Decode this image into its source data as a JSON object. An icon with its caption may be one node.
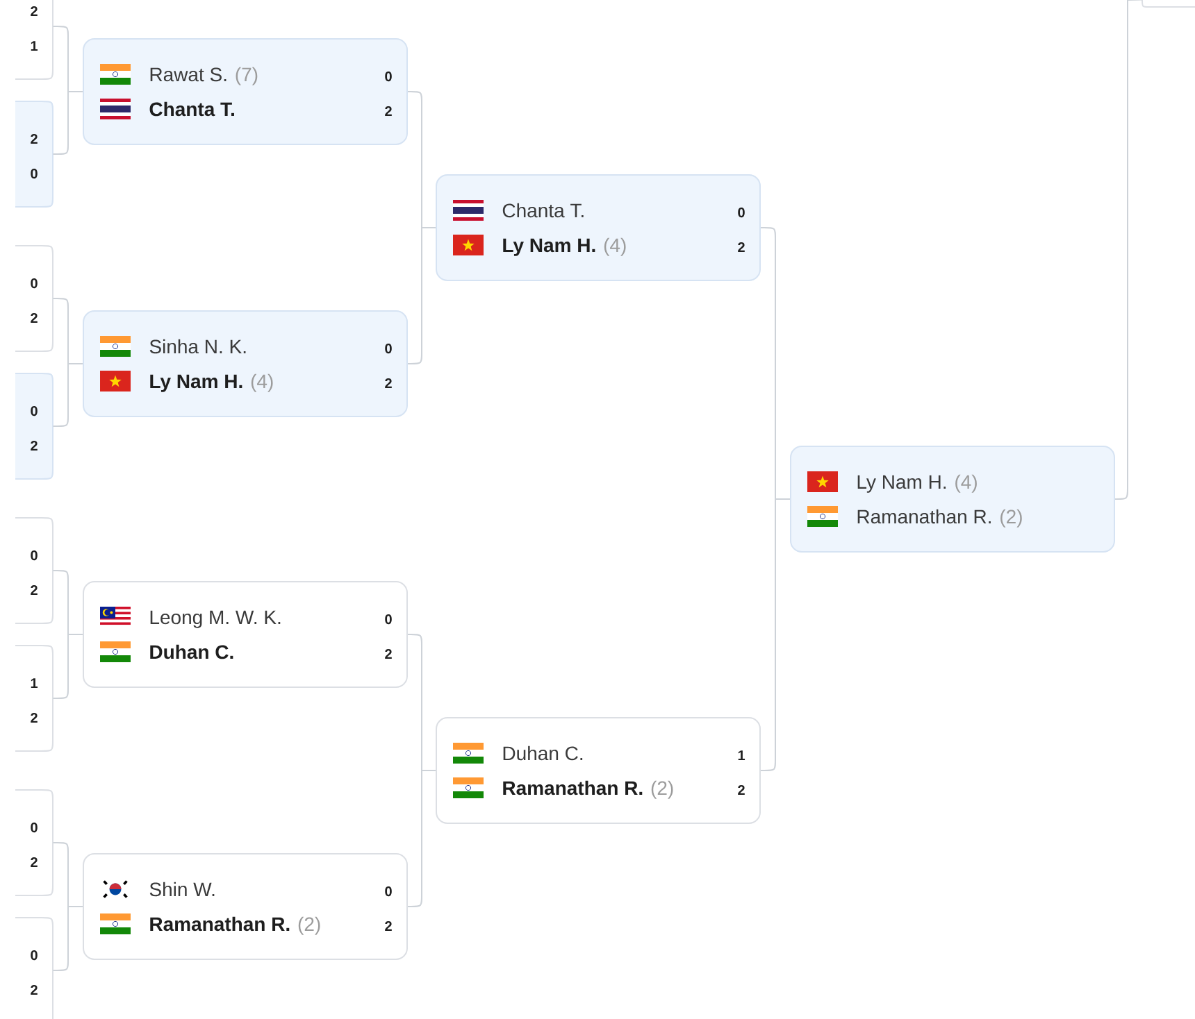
{
  "diagram": {
    "nodes": [
      {
        "text": [
          "2",
          "1"
        ]
      },
      {
        "text": [
          "2",
          "0"
        ]
      },
      {
        "text": [
          "0",
          "2"
        ]
      },
      {
        "text": [
          "0",
          "2"
        ]
      },
      {
        "text": [
          "0",
          "2"
        ]
      },
      {
        "text": [
          "1",
          "2"
        ]
      },
      {
        "text": [
          "0",
          "2"
        ]
      },
      {
        "text": [
          "0",
          "2"
        ]
      },
      {
        "text": [
          "Rawat S.",
          "(7)",
          "0",
          "Chanta T.",
          "2"
        ]
      },
      {
        "text": [
          "Sinha N. K.",
          "0",
          "Ly Nam H.",
          "(4)",
          "2"
        ]
      },
      {
        "text": [
          "Leong M. W. K.",
          "0",
          "Duhan C.",
          "2"
        ]
      },
      {
        "text": [
          "Shin W.",
          "0",
          "Ramanathan R.",
          "(2)",
          "2"
        ]
      },
      {
        "text": [
          "Chanta T.",
          "0",
          "Ly Nam H.",
          "(4)",
          "2"
        ]
      },
      {
        "text": [
          "Duhan C.",
          "1",
          "Ramanathan R.",
          "(2)",
          "2"
        ]
      },
      {
        "text": [
          "Ly Nam H.",
          "(4)",
          "Ramanathan R.",
          "(2)"
        ]
      },
      {
        "text": [],
        "shape": "box"
      }
    ],
    "edges": [
      {
        "from": 0,
        "to": 8,
        "arrow": "none"
      },
      {
        "from": 1,
        "to": 8,
        "arrow": "none"
      },
      {
        "from": 2,
        "to": 9,
        "arrow": "none"
      },
      {
        "from": 3,
        "to": 9,
        "arrow": "none"
      },
      {
        "from": 4,
        "to": 10,
        "arrow": "none"
      },
      {
        "from": 5,
        "to": 10,
        "arrow": "none"
      },
      {
        "from": 6,
        "to": 11,
        "arrow": "none"
      },
      {
        "from": 7,
        "to": 11,
        "arrow": "none"
      },
      {
        "from": 8,
        "to": 12,
        "arrow": "none"
      },
      {
        "from": 9,
        "to": 12,
        "arrow": "none"
      },
      {
        "from": 10,
        "to": 13,
        "arrow": "none"
      },
      {
        "from": 11,
        "to": 13,
        "arrow": "none"
      },
      {
        "from": 12,
        "to": 14,
        "arrow": "none"
      },
      {
        "from": 13,
        "to": 14,
        "arrow": "none"
      },
      {
        "from": 14,
        "to": 15,
        "arrow": "none"
      }
    ]
  }
}
